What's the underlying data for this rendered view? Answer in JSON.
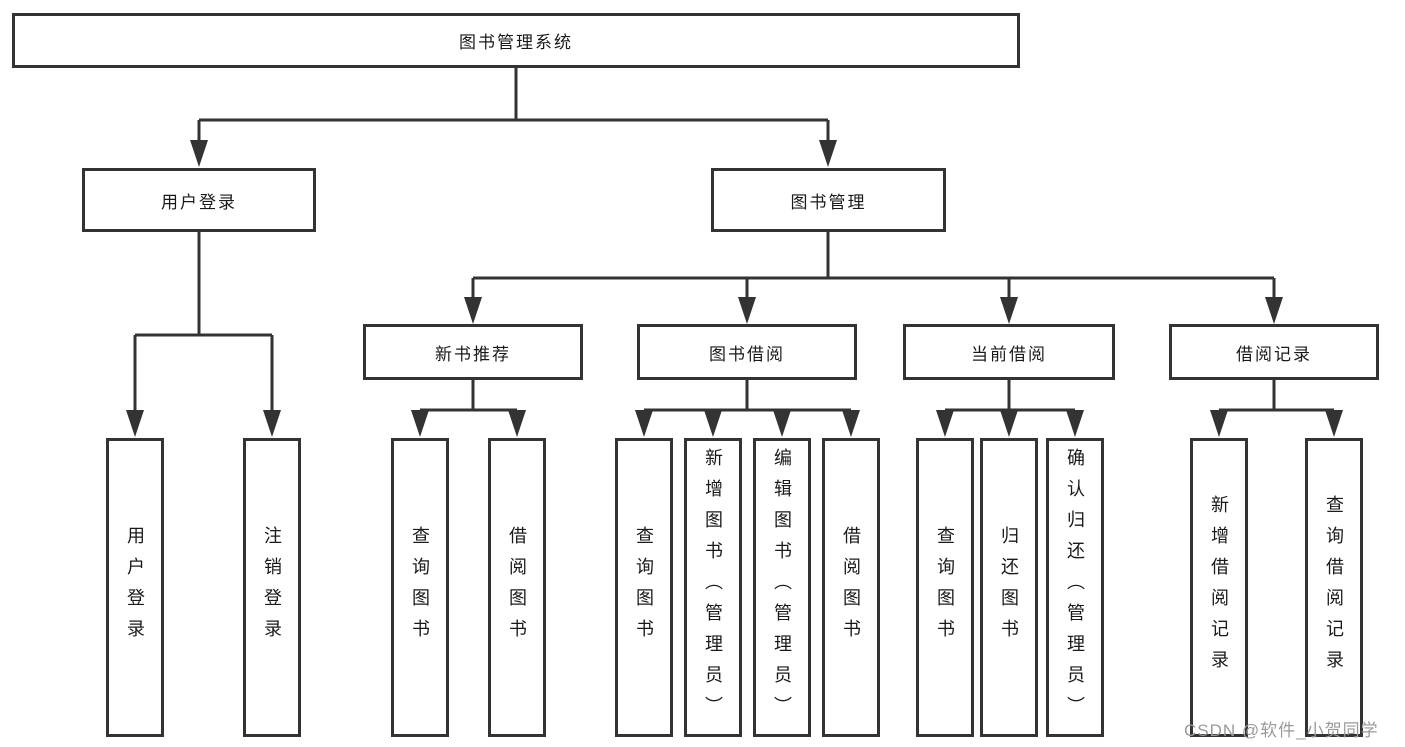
{
  "nodes": {
    "root": {
      "label": "图书管理系统"
    },
    "user_login": {
      "label": "用户登录",
      "children": [
        {
          "label": "用户登录"
        },
        {
          "label": "注销登录"
        }
      ]
    },
    "book_mgmt": {
      "label": "图书管理"
    },
    "new_book_rec": {
      "label": "新书推荐",
      "children": [
        {
          "label": "查询图书"
        },
        {
          "label": "借阅图书"
        }
      ]
    },
    "book_borrow": {
      "label": "图书借阅",
      "children": [
        {
          "label": "查询图书"
        },
        {
          "label": "新增图书（管理员）"
        },
        {
          "label": "编辑图书（管理员）"
        },
        {
          "label": "借阅图书"
        }
      ]
    },
    "current_borrow": {
      "label": "当前借阅",
      "children": [
        {
          "label": "查询图书"
        },
        {
          "label": "归还图书"
        },
        {
          "label": "确认归还（管理员）"
        }
      ]
    },
    "borrow_record": {
      "label": "借阅记录",
      "children": [
        {
          "label": "新增借阅记录"
        },
        {
          "label": "查询借阅记录"
        }
      ]
    }
  },
  "watermark": "CSDN @软件_小贺同学",
  "colors": {
    "line": "#333333",
    "border": "#333333",
    "text": "#1a1a1a",
    "watermark": "#9a9a9a",
    "bg": "#ffffff"
  }
}
